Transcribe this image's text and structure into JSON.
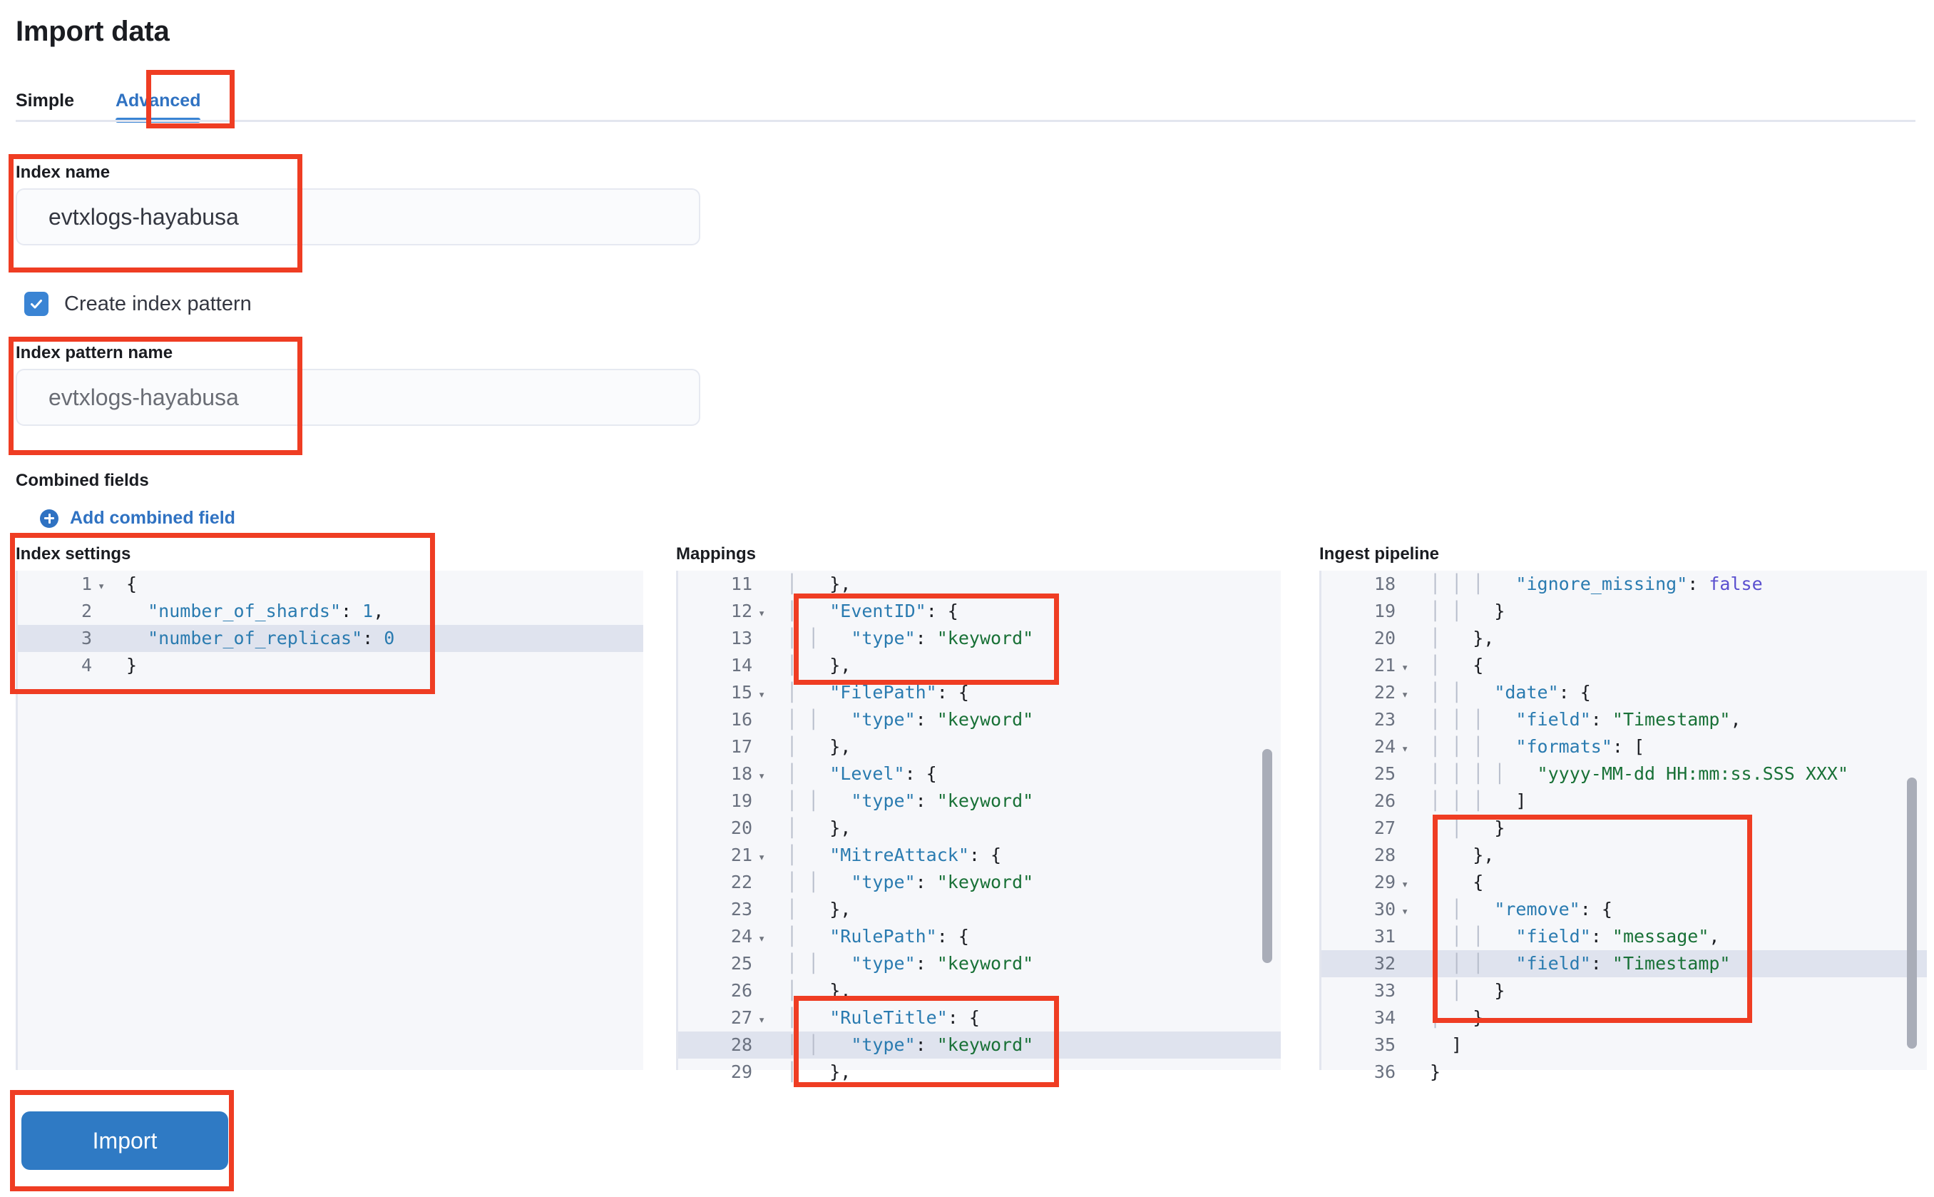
{
  "page": {
    "title": "Import data"
  },
  "tabs": [
    {
      "label": "Simple",
      "active": false
    },
    {
      "label": "Advanced",
      "active": true
    }
  ],
  "form": {
    "index_name_label": "Index name",
    "index_name_value": "evtxlogs-hayabusa",
    "create_index_pattern_label": "Create index pattern",
    "create_index_pattern_checked": true,
    "index_pattern_name_label": "Index pattern name",
    "index_pattern_name_value": "evtxlogs-hayabusa",
    "combined_fields_label": "Combined fields",
    "add_combined_field_label": "Add combined field"
  },
  "editors": {
    "index_settings": {
      "title": "Index settings",
      "lines": [
        {
          "n": "1",
          "fold": true,
          "hl": false,
          "parts": [
            {
              "t": "punc",
              "v": "{"
            }
          ]
        },
        {
          "n": "2",
          "fold": false,
          "hl": false,
          "parts": [
            {
              "t": "plain",
              "v": "  "
            },
            {
              "t": "key",
              "v": "\"number_of_shards\""
            },
            {
              "t": "punc",
              "v": ": "
            },
            {
              "t": "num",
              "v": "1"
            },
            {
              "t": "punc",
              "v": ","
            }
          ]
        },
        {
          "n": "3",
          "fold": false,
          "hl": true,
          "parts": [
            {
              "t": "plain",
              "v": "  "
            },
            {
              "t": "key",
              "v": "\"number_of_replicas\""
            },
            {
              "t": "punc",
              "v": ": "
            },
            {
              "t": "num",
              "v": "0"
            }
          ]
        },
        {
          "n": "4",
          "fold": false,
          "hl": false,
          "parts": [
            {
              "t": "punc",
              "v": "}"
            }
          ]
        }
      ]
    },
    "mappings": {
      "title": "Mappings",
      "lines": [
        {
          "n": "11",
          "fold": false,
          "hl": false,
          "parts": [
            {
              "t": "guide",
              "v": "│ "
            },
            {
              "t": "punc",
              "v": "  },"
            }
          ]
        },
        {
          "n": "12",
          "fold": true,
          "hl": false,
          "parts": [
            {
              "t": "guide",
              "v": "│ "
            },
            {
              "t": "key",
              "v": "  \"EventID\""
            },
            {
              "t": "punc",
              "v": ": {"
            }
          ]
        },
        {
          "n": "13",
          "fold": false,
          "hl": false,
          "parts": [
            {
              "t": "guide",
              "v": "│ "
            },
            {
              "t": "guide",
              "v": "│ "
            },
            {
              "t": "key",
              "v": "  \"type\""
            },
            {
              "t": "punc",
              "v": ": "
            },
            {
              "t": "str",
              "v": "\"keyword\""
            }
          ]
        },
        {
          "n": "14",
          "fold": false,
          "hl": false,
          "parts": [
            {
              "t": "guide",
              "v": "│ "
            },
            {
              "t": "punc",
              "v": "  },"
            }
          ]
        },
        {
          "n": "15",
          "fold": true,
          "hl": false,
          "parts": [
            {
              "t": "guide",
              "v": "│ "
            },
            {
              "t": "key",
              "v": "  \"FilePath\""
            },
            {
              "t": "punc",
              "v": ": {"
            }
          ]
        },
        {
          "n": "16",
          "fold": false,
          "hl": false,
          "parts": [
            {
              "t": "guide",
              "v": "│ "
            },
            {
              "t": "guide",
              "v": "│ "
            },
            {
              "t": "key",
              "v": "  \"type\""
            },
            {
              "t": "punc",
              "v": ": "
            },
            {
              "t": "str",
              "v": "\"keyword\""
            }
          ]
        },
        {
          "n": "17",
          "fold": false,
          "hl": false,
          "parts": [
            {
              "t": "guide",
              "v": "│ "
            },
            {
              "t": "punc",
              "v": "  },"
            }
          ]
        },
        {
          "n": "18",
          "fold": true,
          "hl": false,
          "parts": [
            {
              "t": "guide",
              "v": "│ "
            },
            {
              "t": "key",
              "v": "  \"Level\""
            },
            {
              "t": "punc",
              "v": ": {"
            }
          ]
        },
        {
          "n": "19",
          "fold": false,
          "hl": false,
          "parts": [
            {
              "t": "guide",
              "v": "│ "
            },
            {
              "t": "guide",
              "v": "│ "
            },
            {
              "t": "key",
              "v": "  \"type\""
            },
            {
              "t": "punc",
              "v": ": "
            },
            {
              "t": "str",
              "v": "\"keyword\""
            }
          ]
        },
        {
          "n": "20",
          "fold": false,
          "hl": false,
          "parts": [
            {
              "t": "guide",
              "v": "│ "
            },
            {
              "t": "punc",
              "v": "  },"
            }
          ]
        },
        {
          "n": "21",
          "fold": true,
          "hl": false,
          "parts": [
            {
              "t": "guide",
              "v": "│ "
            },
            {
              "t": "key",
              "v": "  \"MitreAttack\""
            },
            {
              "t": "punc",
              "v": ": {"
            }
          ]
        },
        {
          "n": "22",
          "fold": false,
          "hl": false,
          "parts": [
            {
              "t": "guide",
              "v": "│ "
            },
            {
              "t": "guide",
              "v": "│ "
            },
            {
              "t": "key",
              "v": "  \"type\""
            },
            {
              "t": "punc",
              "v": ": "
            },
            {
              "t": "str",
              "v": "\"keyword\""
            }
          ]
        },
        {
          "n": "23",
          "fold": false,
          "hl": false,
          "parts": [
            {
              "t": "guide",
              "v": "│ "
            },
            {
              "t": "punc",
              "v": "  },"
            }
          ]
        },
        {
          "n": "24",
          "fold": true,
          "hl": false,
          "parts": [
            {
              "t": "guide",
              "v": "│ "
            },
            {
              "t": "key",
              "v": "  \"RulePath\""
            },
            {
              "t": "punc",
              "v": ": {"
            }
          ]
        },
        {
          "n": "25",
          "fold": false,
          "hl": false,
          "parts": [
            {
              "t": "guide",
              "v": "│ "
            },
            {
              "t": "guide",
              "v": "│ "
            },
            {
              "t": "key",
              "v": "  \"type\""
            },
            {
              "t": "punc",
              "v": ": "
            },
            {
              "t": "str",
              "v": "\"keyword\""
            }
          ]
        },
        {
          "n": "26",
          "fold": false,
          "hl": false,
          "parts": [
            {
              "t": "guide",
              "v": "│ "
            },
            {
              "t": "punc",
              "v": "  },"
            }
          ]
        },
        {
          "n": "27",
          "fold": true,
          "hl": false,
          "parts": [
            {
              "t": "guide",
              "v": "│ "
            },
            {
              "t": "key",
              "v": "  \"RuleTitle\""
            },
            {
              "t": "punc",
              "v": ": {"
            }
          ]
        },
        {
          "n": "28",
          "fold": false,
          "hl": true,
          "parts": [
            {
              "t": "guide",
              "v": "│ "
            },
            {
              "t": "guide",
              "v": "│ "
            },
            {
              "t": "key",
              "v": "  \"type\""
            },
            {
              "t": "punc",
              "v": ": "
            },
            {
              "t": "str",
              "v": "\"keyword\""
            }
          ]
        },
        {
          "n": "29",
          "fold": false,
          "hl": false,
          "parts": [
            {
              "t": "guide",
              "v": "│ "
            },
            {
              "t": "punc",
              "v": "  },"
            }
          ]
        }
      ]
    },
    "ingest_pipeline": {
      "title": "Ingest pipeline",
      "lines": [
        {
          "n": "18",
          "fold": false,
          "hl": false,
          "parts": [
            {
              "t": "guide",
              "v": "│ "
            },
            {
              "t": "guide",
              "v": "│ "
            },
            {
              "t": "guide",
              "v": "│ "
            },
            {
              "t": "key",
              "v": "  \"ignore_missing\""
            },
            {
              "t": "punc",
              "v": ": "
            },
            {
              "t": "bool",
              "v": "false"
            }
          ]
        },
        {
          "n": "19",
          "fold": false,
          "hl": false,
          "parts": [
            {
              "t": "guide",
              "v": "│ "
            },
            {
              "t": "guide",
              "v": "│ "
            },
            {
              "t": "punc",
              "v": "  }"
            }
          ]
        },
        {
          "n": "20",
          "fold": false,
          "hl": false,
          "parts": [
            {
              "t": "guide",
              "v": "│ "
            },
            {
              "t": "punc",
              "v": "  },"
            }
          ]
        },
        {
          "n": "21",
          "fold": true,
          "hl": false,
          "parts": [
            {
              "t": "guide",
              "v": "│ "
            },
            {
              "t": "punc",
              "v": "  {"
            }
          ]
        },
        {
          "n": "22",
          "fold": true,
          "hl": false,
          "parts": [
            {
              "t": "guide",
              "v": "│ "
            },
            {
              "t": "guide",
              "v": "│ "
            },
            {
              "t": "key",
              "v": "  \"date\""
            },
            {
              "t": "punc",
              "v": ": {"
            }
          ]
        },
        {
          "n": "23",
          "fold": false,
          "hl": false,
          "parts": [
            {
              "t": "guide",
              "v": "│ "
            },
            {
              "t": "guide",
              "v": "│ "
            },
            {
              "t": "guide",
              "v": "│ "
            },
            {
              "t": "key",
              "v": "  \"field\""
            },
            {
              "t": "punc",
              "v": ": "
            },
            {
              "t": "str",
              "v": "\"Timestamp\""
            },
            {
              "t": "punc",
              "v": ","
            }
          ]
        },
        {
          "n": "24",
          "fold": true,
          "hl": false,
          "parts": [
            {
              "t": "guide",
              "v": "│ "
            },
            {
              "t": "guide",
              "v": "│ "
            },
            {
              "t": "guide",
              "v": "│ "
            },
            {
              "t": "key",
              "v": "  \"formats\""
            },
            {
              "t": "punc",
              "v": ": ["
            }
          ]
        },
        {
          "n": "25",
          "fold": false,
          "hl": false,
          "parts": [
            {
              "t": "guide",
              "v": "│ "
            },
            {
              "t": "guide",
              "v": "│ "
            },
            {
              "t": "guide",
              "v": "│ "
            },
            {
              "t": "guide",
              "v": "│ "
            },
            {
              "t": "str",
              "v": "  \"yyyy-MM-dd HH:mm:ss.SSS XXX\""
            }
          ]
        },
        {
          "n": "26",
          "fold": false,
          "hl": false,
          "parts": [
            {
              "t": "guide",
              "v": "│ "
            },
            {
              "t": "guide",
              "v": "│ "
            },
            {
              "t": "guide",
              "v": "│ "
            },
            {
              "t": "punc",
              "v": "  ]"
            }
          ]
        },
        {
          "n": "27",
          "fold": false,
          "hl": false,
          "parts": [
            {
              "t": "guide",
              "v": "│ "
            },
            {
              "t": "guide",
              "v": "│ "
            },
            {
              "t": "punc",
              "v": "  }"
            }
          ]
        },
        {
          "n": "28",
          "fold": false,
          "hl": false,
          "parts": [
            {
              "t": "guide",
              "v": "│ "
            },
            {
              "t": "punc",
              "v": "  },"
            }
          ]
        },
        {
          "n": "29",
          "fold": true,
          "hl": false,
          "parts": [
            {
              "t": "guide",
              "v": "│ "
            },
            {
              "t": "punc",
              "v": "  {"
            }
          ]
        },
        {
          "n": "30",
          "fold": true,
          "hl": false,
          "parts": [
            {
              "t": "guide",
              "v": "│ "
            },
            {
              "t": "guide",
              "v": "│ "
            },
            {
              "t": "key",
              "v": "  \"remove\""
            },
            {
              "t": "punc",
              "v": ": {"
            }
          ]
        },
        {
          "n": "31",
          "fold": false,
          "hl": false,
          "parts": [
            {
              "t": "guide",
              "v": "│ "
            },
            {
              "t": "guide",
              "v": "│ "
            },
            {
              "t": "guide",
              "v": "│ "
            },
            {
              "t": "key",
              "v": "  \"field\""
            },
            {
              "t": "punc",
              "v": ": "
            },
            {
              "t": "str",
              "v": "\"message\""
            },
            {
              "t": "punc",
              "v": ","
            }
          ]
        },
        {
          "n": "32",
          "fold": false,
          "hl": true,
          "parts": [
            {
              "t": "guide",
              "v": "│ "
            },
            {
              "t": "guide",
              "v": "│ "
            },
            {
              "t": "guide",
              "v": "│ "
            },
            {
              "t": "key",
              "v": "  \"field\""
            },
            {
              "t": "punc",
              "v": ": "
            },
            {
              "t": "str",
              "v": "\"Timestamp\""
            }
          ]
        },
        {
          "n": "33",
          "fold": false,
          "hl": false,
          "parts": [
            {
              "t": "guide",
              "v": "│ "
            },
            {
              "t": "guide",
              "v": "│ "
            },
            {
              "t": "punc",
              "v": "  }"
            }
          ]
        },
        {
          "n": "34",
          "fold": false,
          "hl": false,
          "parts": [
            {
              "t": "guide",
              "v": "│ "
            },
            {
              "t": "punc",
              "v": "  }"
            }
          ]
        },
        {
          "n": "35",
          "fold": false,
          "hl": false,
          "parts": [
            {
              "t": "punc",
              "v": "  ]"
            }
          ]
        },
        {
          "n": "36",
          "fold": false,
          "hl": false,
          "parts": [
            {
              "t": "punc",
              "v": "}"
            }
          ]
        }
      ]
    }
  },
  "footer": {
    "import_label": "Import"
  },
  "colors": {
    "accent_blue": "#2f72c2",
    "annotation_red": "#ef3d23",
    "button_blue": "#2f7ac4",
    "editor_bg": "#f6f7fa",
    "highlight_row": "#dfe3ee"
  }
}
